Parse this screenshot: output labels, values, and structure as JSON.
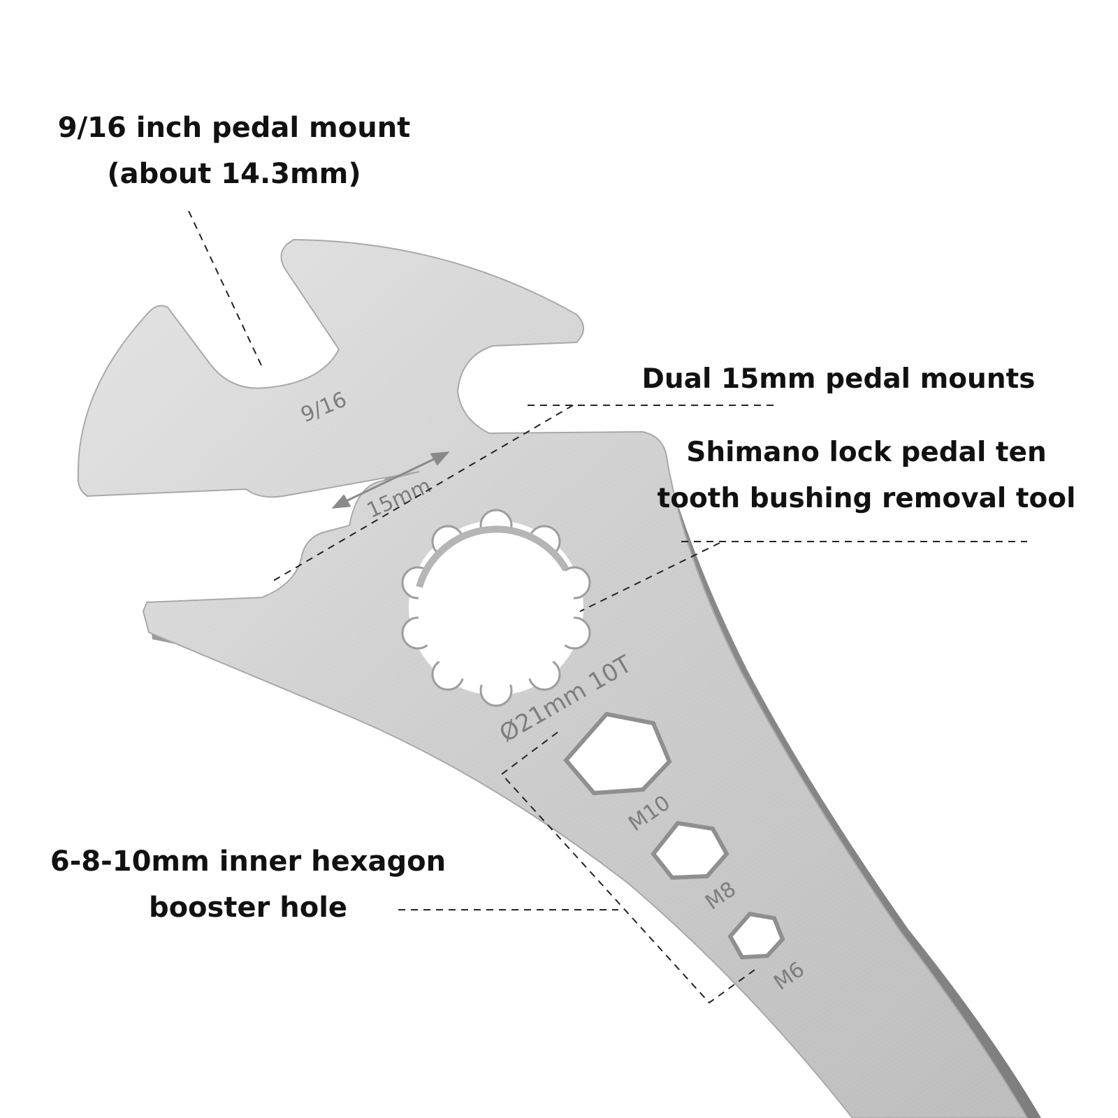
{
  "callouts": {
    "pedal_mount_9_16": {
      "line1": "9/16 inch pedal mount",
      "line2": "(about 14.3mm)"
    },
    "dual_15mm": {
      "line1": "Dual 15mm pedal mounts"
    },
    "shimano_lockring": {
      "line1": "Shimano lock pedal ten",
      "line2": "tooth bushing removal tool"
    },
    "hex_holes": {
      "line1": "6-8-10mm inner hexagon",
      "line2": "booster hole"
    }
  },
  "engravings": {
    "size_9_16": "9/16",
    "size_15mm": "15mm",
    "spline_spec": "Ø21mm 10T",
    "hex_m10": "M10",
    "hex_m8": "M8",
    "hex_m6": "M6"
  },
  "colors": {
    "steel_light": "#d9d9d9",
    "steel_mid": "#b9b9b9",
    "steel_edge": "#8e8e8e",
    "engraving": "#7d7d7d",
    "text": "#111111",
    "leader_line": "#222222"
  },
  "icons": {
    "tool": "pedal-wrench",
    "arrow": "double-arrow"
  }
}
